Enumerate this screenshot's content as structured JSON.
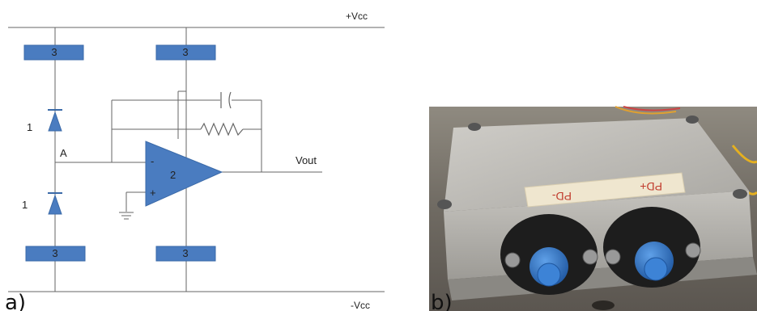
{
  "rails": {
    "positive": "+Vcc",
    "negative": "-Vcc"
  },
  "panel_labels": {
    "a": "a)",
    "b": "b)"
  },
  "circuit": {
    "regulator_blocks": [
      "3",
      "3",
      "3",
      "3"
    ],
    "photodiodes": [
      "1",
      "1"
    ],
    "node_label": "A",
    "opamp": {
      "label": "2",
      "inverting": "-",
      "noninverting": "+"
    },
    "output_label": "Vout"
  },
  "photo": {
    "tape_labels": [
      "PD-",
      "PD+"
    ],
    "colors": {
      "housing": "#b8b6b1",
      "connector": "#2f6fb8",
      "tape": "#efe6cf"
    }
  },
  "colors": {
    "component_fill": "#4a7cc0",
    "component_stroke": "#3b6aa8",
    "wire": "#666666"
  }
}
